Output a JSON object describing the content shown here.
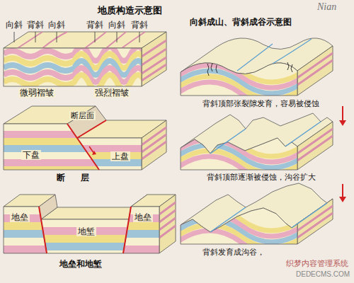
{
  "diagram": {
    "title": "地质构造示意图",
    "labels": [
      "Nian",
      "向斜成山、背斜成谷示意图",
      "向斜",
      "背斜",
      "向斜",
      "背斜",
      "向斜",
      "背斜",
      "微弱褶皱",
      "强烈褶皱",
      "背斜顶部张裂隙发育，容易被侵蚀",
      "断层面",
      "下盘",
      "上盘",
      "断层",
      "背斜顶部逐渐被侵蚀，沟谷扩大",
      "地垒",
      "地堑",
      "地垒",
      "背斜发育成沟谷，",
      "地垒和地堑",
      "织梦内容管理系统",
      "DEDECMS.COM"
    ]
  }
}
